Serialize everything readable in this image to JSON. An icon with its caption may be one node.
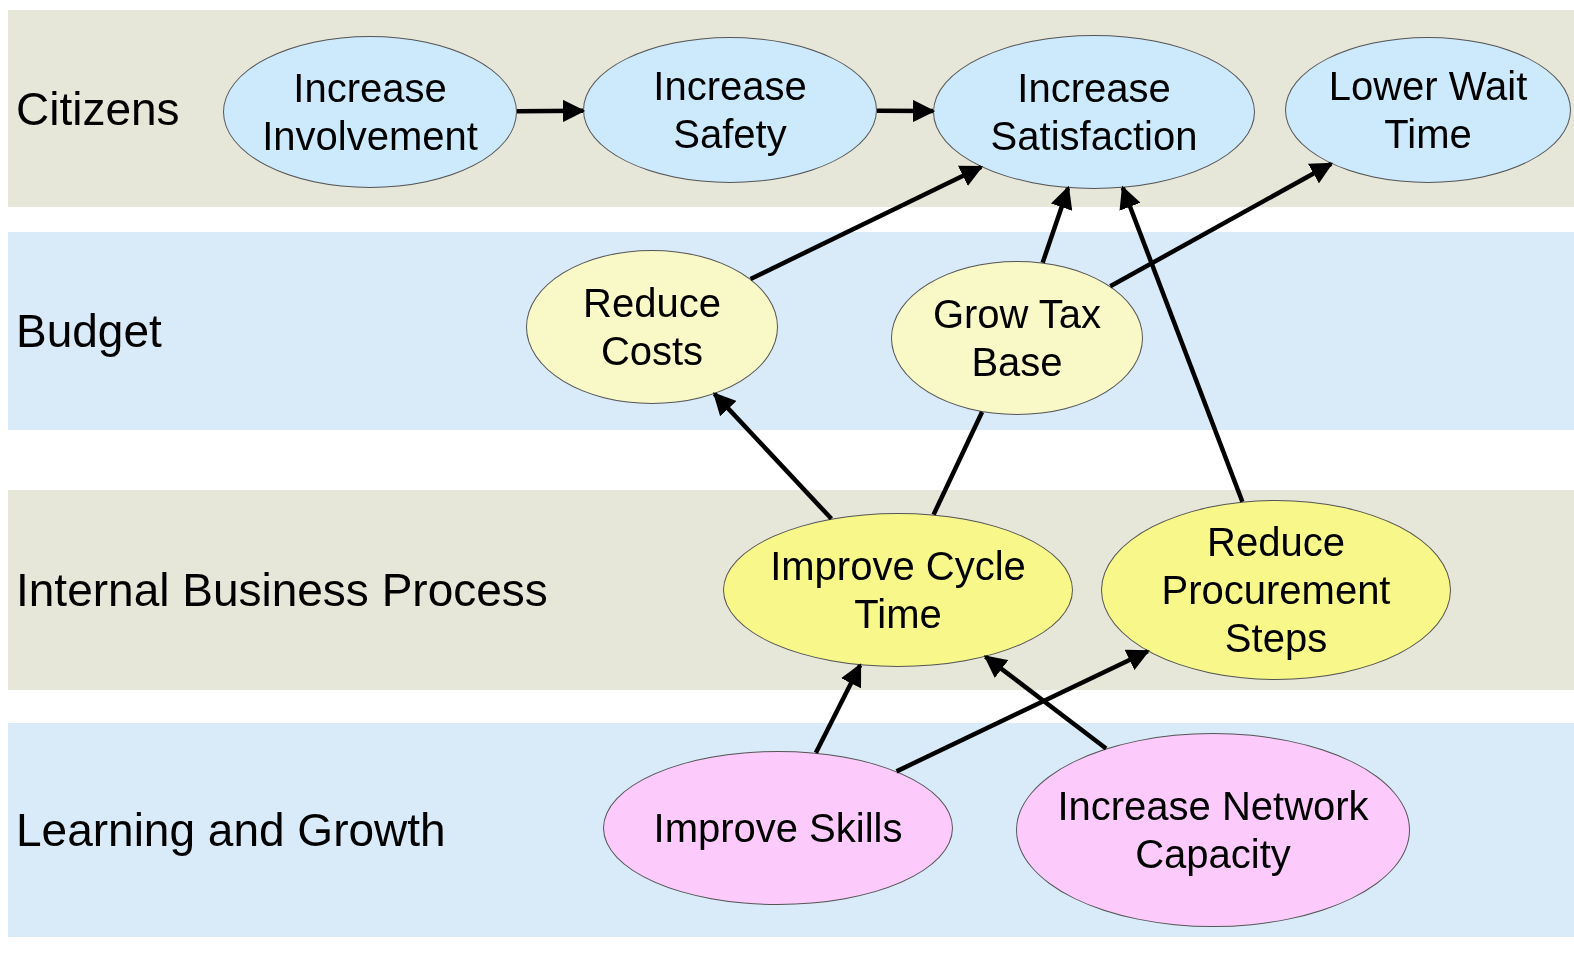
{
  "diagram": {
    "nodes": [
      {
        "text": [
          "Citizens"
        ]
      },
      {
        "text": [
          "Increase Involvement"
        ],
        "in": 0
      },
      {
        "text": [
          "Increase Safety"
        ],
        "in": 0
      },
      {
        "text": [
          "Increase Satisfaction"
        ],
        "in": 0
      },
      {
        "text": [
          "Lower Wait Time"
        ],
        "in": 0
      },
      {
        "text": [
          "Budget"
        ]
      },
      {
        "text": [
          "Reduce Costs"
        ],
        "in": 5
      },
      {
        "text": [
          "Grow Tax Base"
        ],
        "in": 5
      },
      {
        "text": [
          "Internal Business Process"
        ]
      },
      {
        "text": [
          "Improve Cycle Time"
        ],
        "in": 8
      },
      {
        "text": [
          "Reduce Procurement Steps"
        ],
        "in": 8
      },
      {
        "text": [
          "Learning and Growth"
        ]
      },
      {
        "text": [
          "Improve Skills"
        ],
        "in": 11
      },
      {
        "text": [
          "Increase Network Capacity"
        ],
        "in": 11
      }
    ],
    "edges": [
      {
        "from": 1,
        "to": 2,
        "arrow": "to"
      },
      {
        "from": 2,
        "to": 3,
        "arrow": "to"
      },
      {
        "from": 6,
        "to": 3,
        "arrow": "to"
      },
      {
        "from": 7,
        "to": 3,
        "arrow": "to"
      },
      {
        "from": 7,
        "to": 4,
        "arrow": "to"
      },
      {
        "from": 9,
        "to": 6,
        "arrow": "to"
      },
      {
        "from": 9,
        "to": 7,
        "arrow": "none"
      },
      {
        "from": 10,
        "to": 3,
        "arrow": "to"
      },
      {
        "from": 12,
        "to": 9,
        "arrow": "to"
      },
      {
        "from": 12,
        "to": 10,
        "arrow": "to"
      },
      {
        "from": 13,
        "to": 9,
        "arrow": "to"
      }
    ]
  }
}
